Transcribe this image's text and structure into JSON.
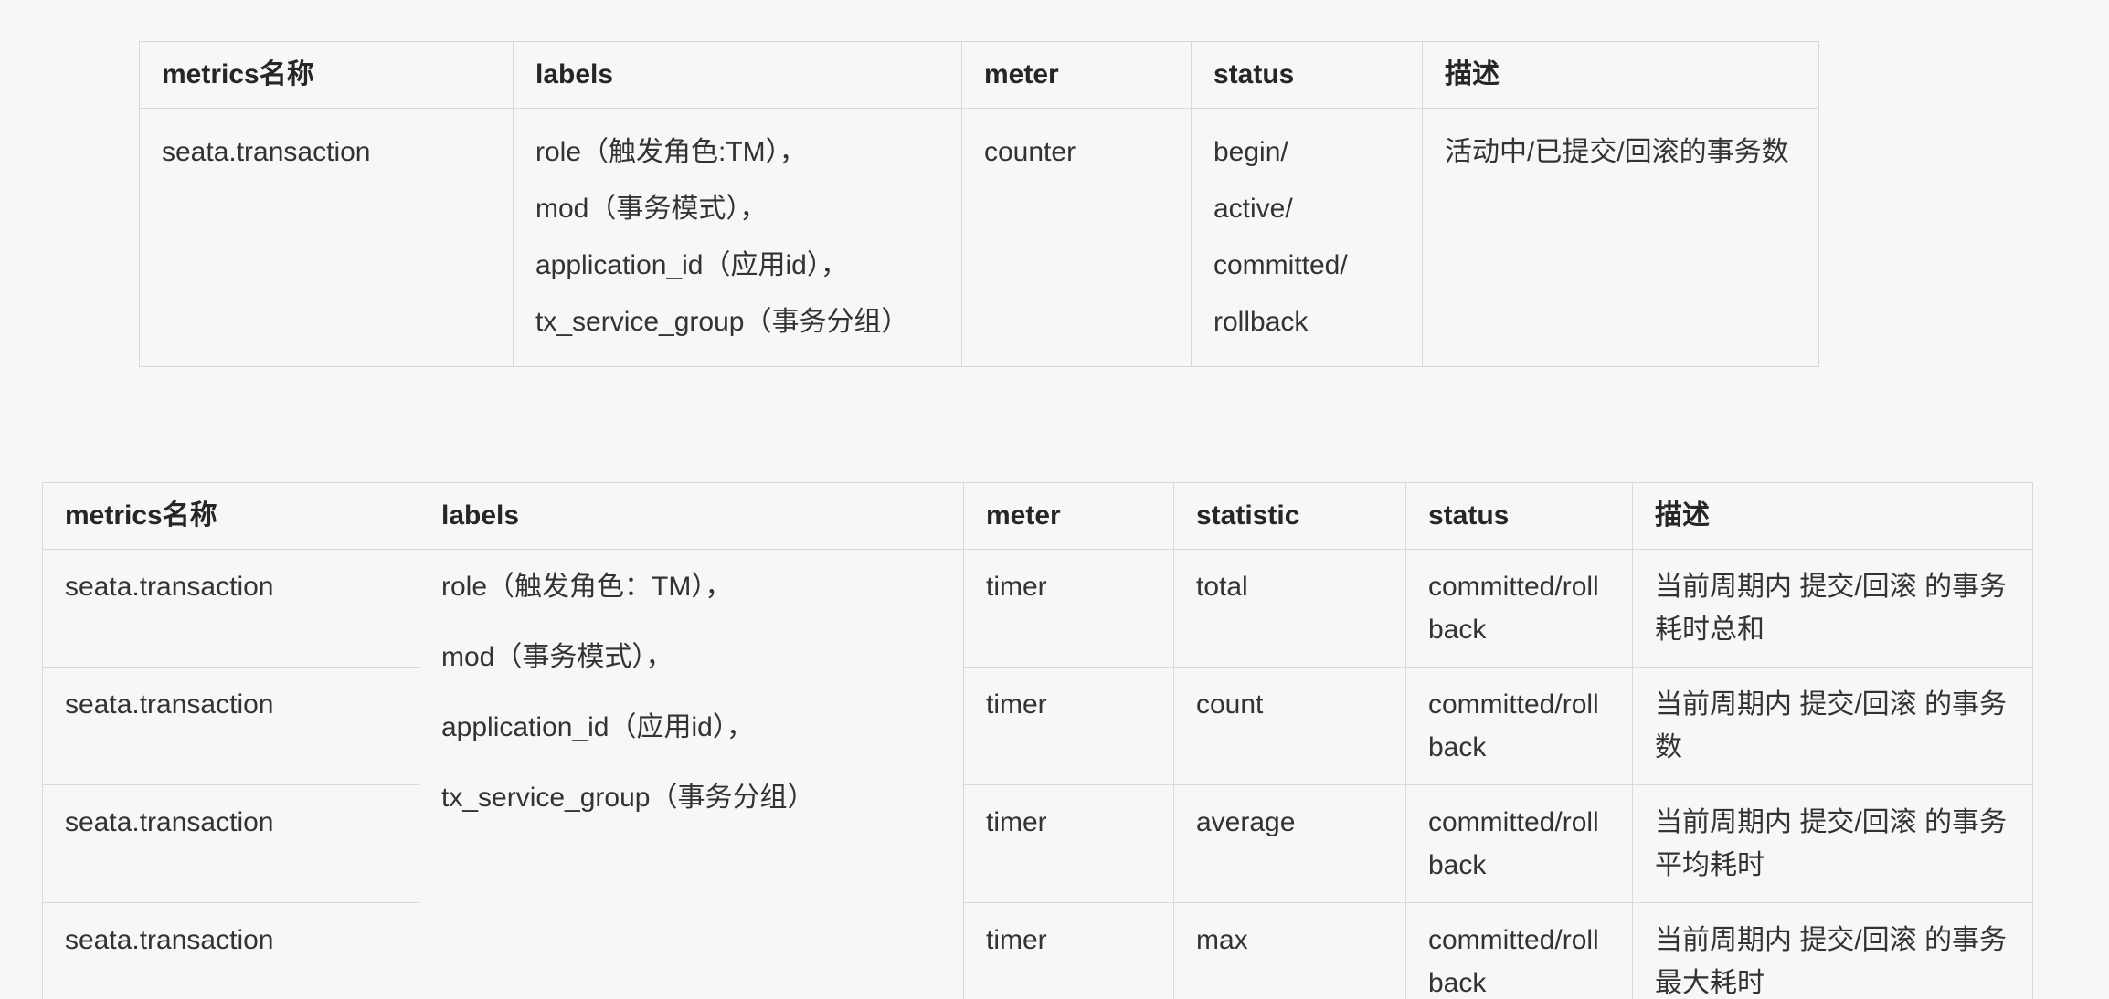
{
  "page": {
    "background_color": "#f7f7f8",
    "border_color": "#d9d9d9",
    "text_color": "#333333",
    "header_text_color": "#262626"
  },
  "tables": [
    {
      "name": "transaction-counter-metrics",
      "headers": [
        "metrics名称",
        "labels",
        "meter",
        "status",
        "描述"
      ],
      "rows": [
        {
          "metrics": "seata.transaction",
          "labels": [
            "role（触发角色:TM），",
            "mod（事务模式），",
            "application_id（应用id），",
            "tx_service_group（事务分组）"
          ],
          "meter": "counter",
          "status": [
            "begin/",
            "active/",
            "committed/",
            "rollback"
          ],
          "desc": "活动中/已提交/回滚的事务数"
        }
      ]
    },
    {
      "name": "transaction-timer-metrics",
      "headers": [
        "metrics名称",
        "labels",
        "meter",
        "statistic",
        "status",
        "描述"
      ],
      "labels_shared": [
        "role（触发角色：TM），",
        "mod（事务模式），",
        "application_id（应用id），",
        "tx_service_group（事务分组）"
      ],
      "rows": [
        {
          "metrics": "seata.transaction",
          "meter": "timer",
          "statistic": "total",
          "status": "committed/rollback",
          "desc": "当前周期内 提交/回滚 的事务耗时总和"
        },
        {
          "metrics": "seata.transaction",
          "meter": "timer",
          "statistic": "count",
          "status": "committed/rollback",
          "desc": "当前周期内 提交/回滚 的事务数"
        },
        {
          "metrics": "seata.transaction",
          "meter": "timer",
          "statistic": "average",
          "status": "committed/rollback",
          "desc": "当前周期内 提交/回滚 的事务平均耗时"
        },
        {
          "metrics": "seata.transaction",
          "meter": "timer",
          "statistic": "max",
          "status": "committed/rollback",
          "desc": "当前周期内 提交/回滚 的事务最大耗时"
        }
      ]
    }
  ]
}
